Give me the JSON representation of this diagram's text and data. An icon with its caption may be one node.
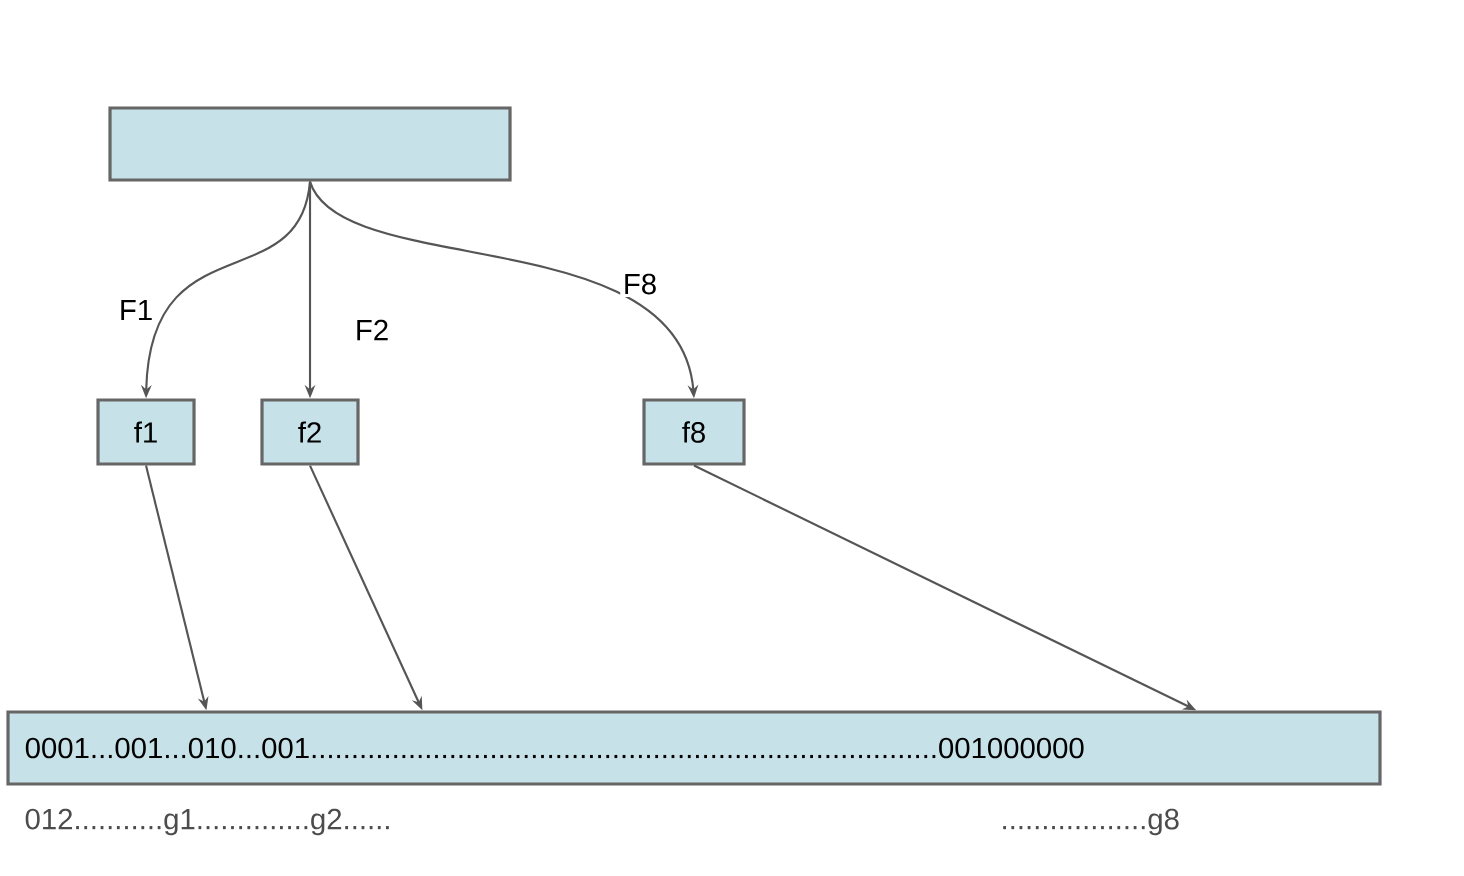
{
  "diagram": {
    "nodes": [
      {
        "text": [],
        "shape": "box"
      },
      {
        "text": [
          "f1"
        ]
      },
      {
        "text": [
          "f2"
        ]
      },
      {
        "text": [
          "f8"
        ]
      },
      {
        "text": [
          "0001...001...010...001.............................................................................001000000"
        ]
      }
    ],
    "edges": [
      {
        "from": 0,
        "to": 1,
        "arrow": "to",
        "label": "F1"
      },
      {
        "from": 0,
        "to": 2,
        "arrow": "to",
        "label": "F2"
      },
      {
        "from": 0,
        "to": 3,
        "arrow": "to",
        "label": "F8"
      },
      {
        "from": 1,
        "to": 4,
        "arrow": "to"
      },
      {
        "from": 2,
        "to": 4,
        "arrow": "to"
      },
      {
        "from": 3,
        "to": 4,
        "arrow": "to"
      }
    ],
    "labels": [
      "012...........g1..............g2......",
      "..................g8"
    ]
  }
}
